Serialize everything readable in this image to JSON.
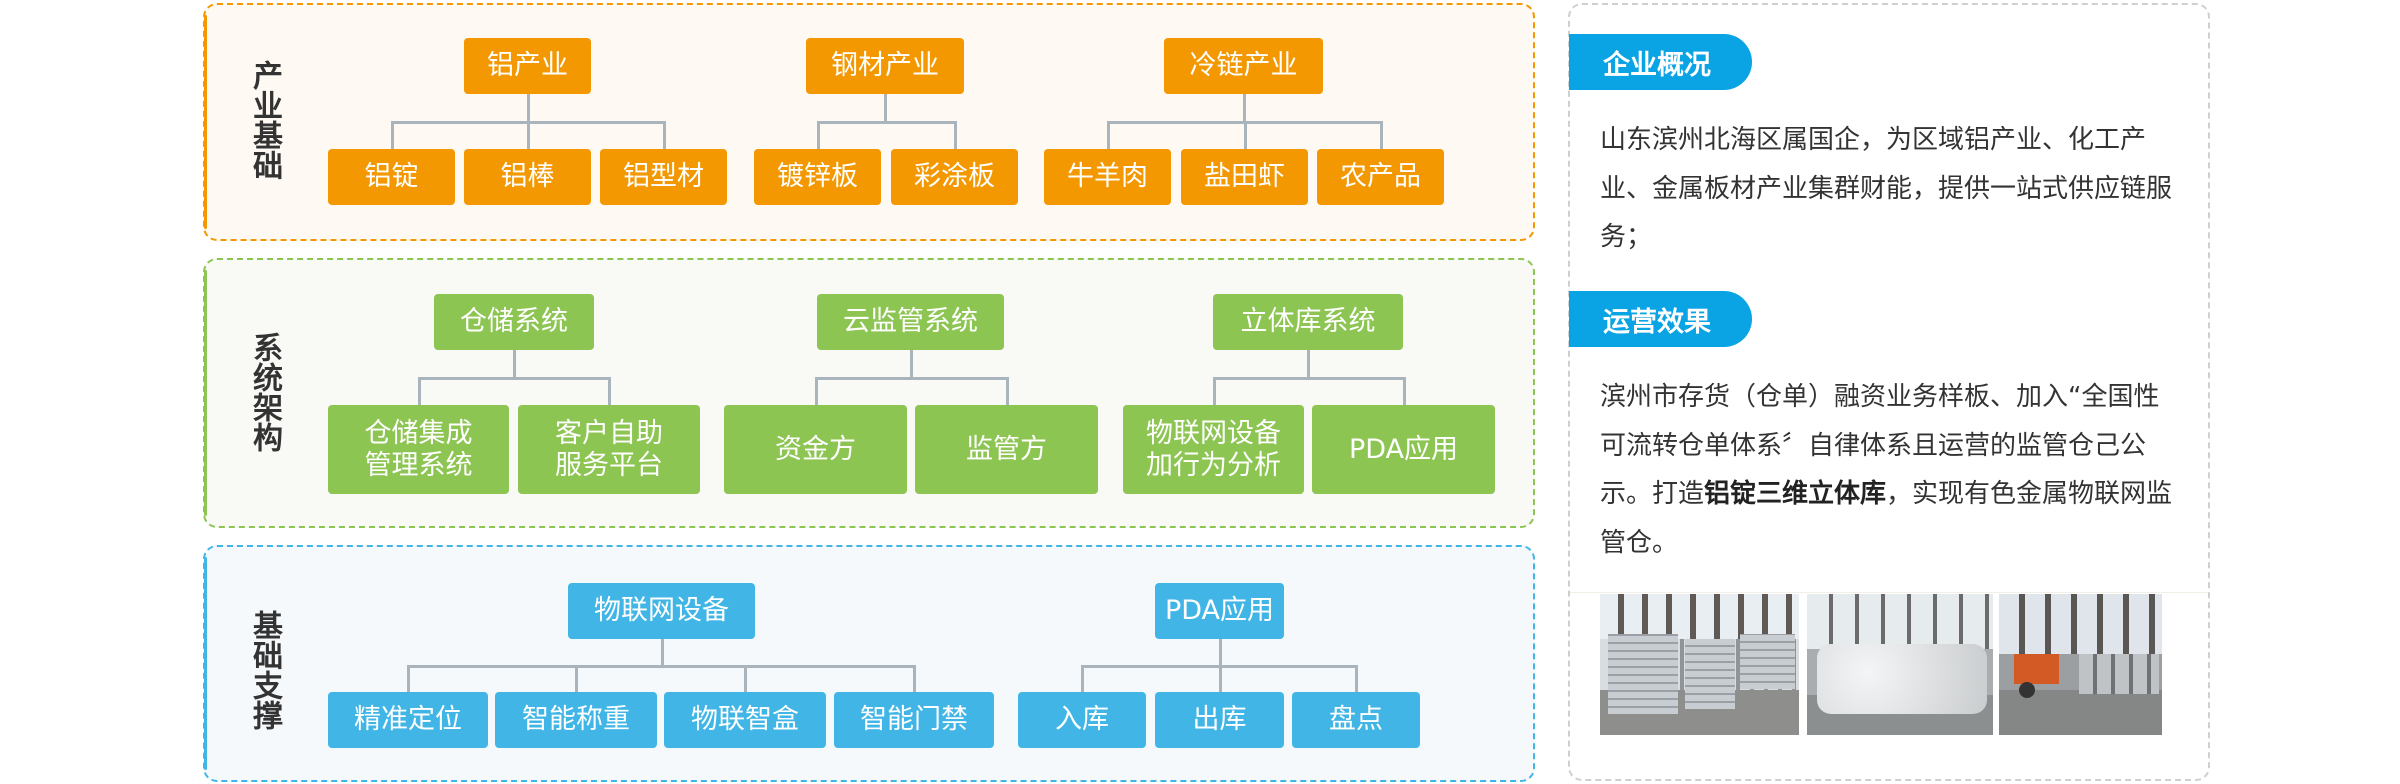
{
  "colors": {
    "industry": "#f39800",
    "system": "#8dc553",
    "support": "#41b6e6",
    "pill": "#0aa3e3",
    "connector": "#a9b4bc"
  },
  "sections": [
    {
      "title": "产业基础",
      "groups": [
        {
          "parent": "铝产业",
          "children": [
            "铝锭",
            "铝棒",
            "铝型材"
          ]
        },
        {
          "parent": "钢材产业",
          "children": [
            "镀锌板",
            "彩涂板"
          ]
        },
        {
          "parent": "冷链产业",
          "children": [
            "牛羊肉",
            "盐田虾",
            "农产品"
          ]
        }
      ]
    },
    {
      "title": "系统架构",
      "groups": [
        {
          "parent": "仓储系统",
          "children": [
            "仓储集成\n管理系统",
            "客户自助\n服务平台"
          ]
        },
        {
          "parent": "云监管系统",
          "children": [
            "资金方",
            "监管方"
          ]
        },
        {
          "parent": "立体库系统",
          "children": [
            "物联网设备\n加行为分析",
            "PDA应用"
          ]
        }
      ]
    },
    {
      "title": "基础支撑",
      "groups": [
        {
          "parent": "物联网设备",
          "children": [
            "精准定位",
            "智能称重",
            "物联智盒",
            "智能门禁"
          ]
        },
        {
          "parent": "PDA应用",
          "children": [
            "入库",
            "出库",
            "盘点"
          ]
        }
      ]
    }
  ],
  "info": {
    "overview": {
      "heading": "企业概况",
      "text": "山东滨州北海区属国企，为区域铝产业、化工产业、金属板材产业集群财能，提供一站式供应链服务；"
    },
    "results": {
      "heading": "运营效果",
      "text_before": "滨州市存货（仓单）融资业务样板、加入“全国性可流转仓单体系〞自律体系且运营的监管仓己公示。打造",
      "text_bold": "铝锭三维立体库",
      "text_after": "，实现有色金属物联网监管仓。"
    },
    "photos": [
      {
        "subject": "aluminum-ingot-stacks"
      },
      {
        "subject": "bulk-bags"
      },
      {
        "subject": "forklift-warehouse"
      }
    ]
  }
}
